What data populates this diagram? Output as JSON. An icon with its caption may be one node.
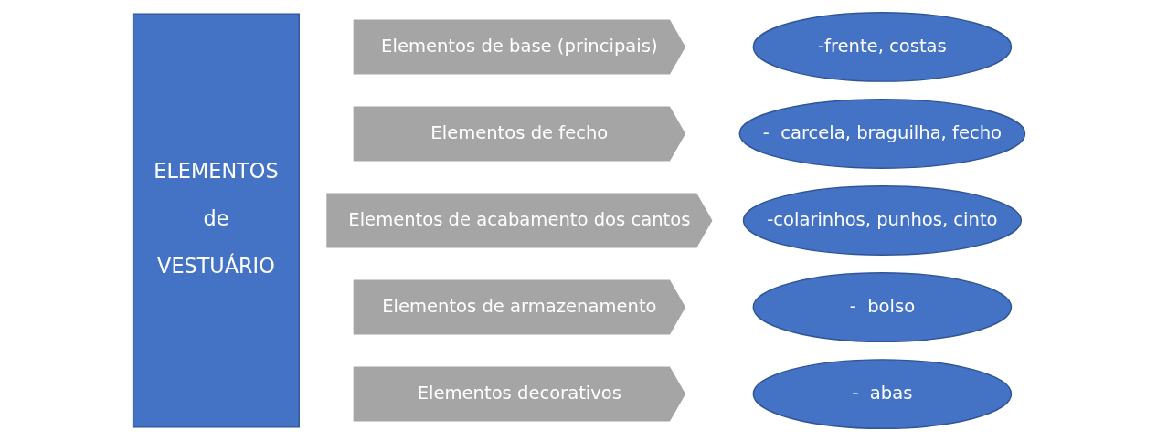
{
  "diagram": {
    "nodes": [
      {
        "text": [
          "ELEMENTOS de VESTUÁRIO"
        ]
      },
      {
        "text": [
          "Elementos de base (principais)"
        ]
      },
      {
        "text": [
          "Elementos de fecho"
        ]
      },
      {
        "text": [
          "Elementos de acabamento dos cantos"
        ]
      },
      {
        "text": [
          "Elementos de armazenamento"
        ]
      },
      {
        "text": [
          "Elementos decorativos"
        ]
      },
      {
        "text": [
          "-frente, costas"
        ]
      },
      {
        "text": [
          "-  carcela, braguilha, fecho"
        ]
      },
      {
        "text": [
          "-colarinhos, punhos, cinto"
        ]
      },
      {
        "text": [
          "-  bolso"
        ]
      },
      {
        "text": [
          "-  abas"
        ]
      }
    ]
  }
}
